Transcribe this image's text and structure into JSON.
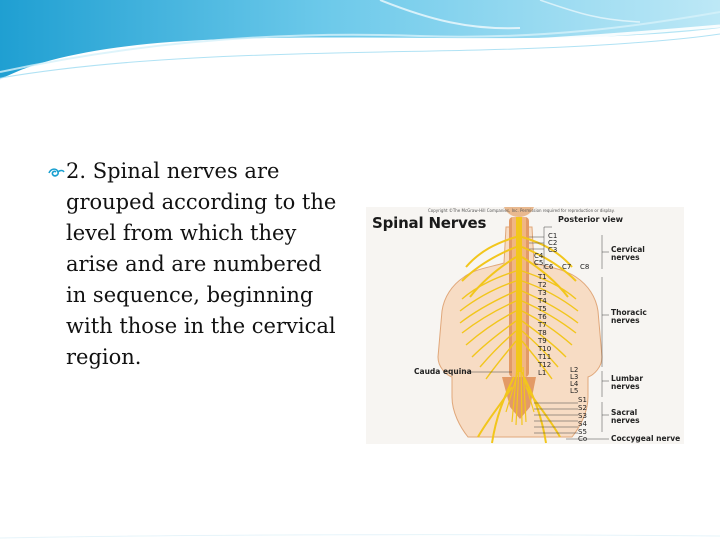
{
  "bullet": {
    "text": "2. Spinal nerves are grouped according to the level from which they arise and are numbered in sequence, beginning with those in the cervical region."
  },
  "figure": {
    "title": "Spinal Nerves",
    "copyright": "Copyright ©The McGraw-Hill Companies, Inc. Permission required for reproduction or display.",
    "view": "Posterior view",
    "segment_labels": [
      "C1",
      "C2",
      "C3",
      "C4",
      "C5",
      "C6",
      "C7",
      "C8",
      "T1",
      "T2",
      "T3",
      "T4",
      "T5",
      "T6",
      "T7",
      "T8",
      "T9",
      "T10",
      "T11",
      "T12",
      "L1",
      "L2",
      "L3",
      "L4",
      "L5",
      "S1",
      "S2",
      "S3",
      "S4",
      "S5",
      "Co"
    ],
    "groups": {
      "cervical": [
        "Cervical",
        "nerves"
      ],
      "thoracic": [
        "Thoracic",
        "nerves"
      ],
      "lumbar": [
        "Lumbar",
        "nerves"
      ],
      "sacral": [
        "Sacral",
        "nerves"
      ],
      "coccygeal": "Coccygeal nerve",
      "cauda": "Cauda equina"
    }
  },
  "colors": {
    "header_blue_dark": "#2aa6d6",
    "header_blue_light": "#a6dff2",
    "nerve_yellow": "#f2c61c",
    "skin": "#f3c9a6",
    "bone": "#d98a57"
  }
}
